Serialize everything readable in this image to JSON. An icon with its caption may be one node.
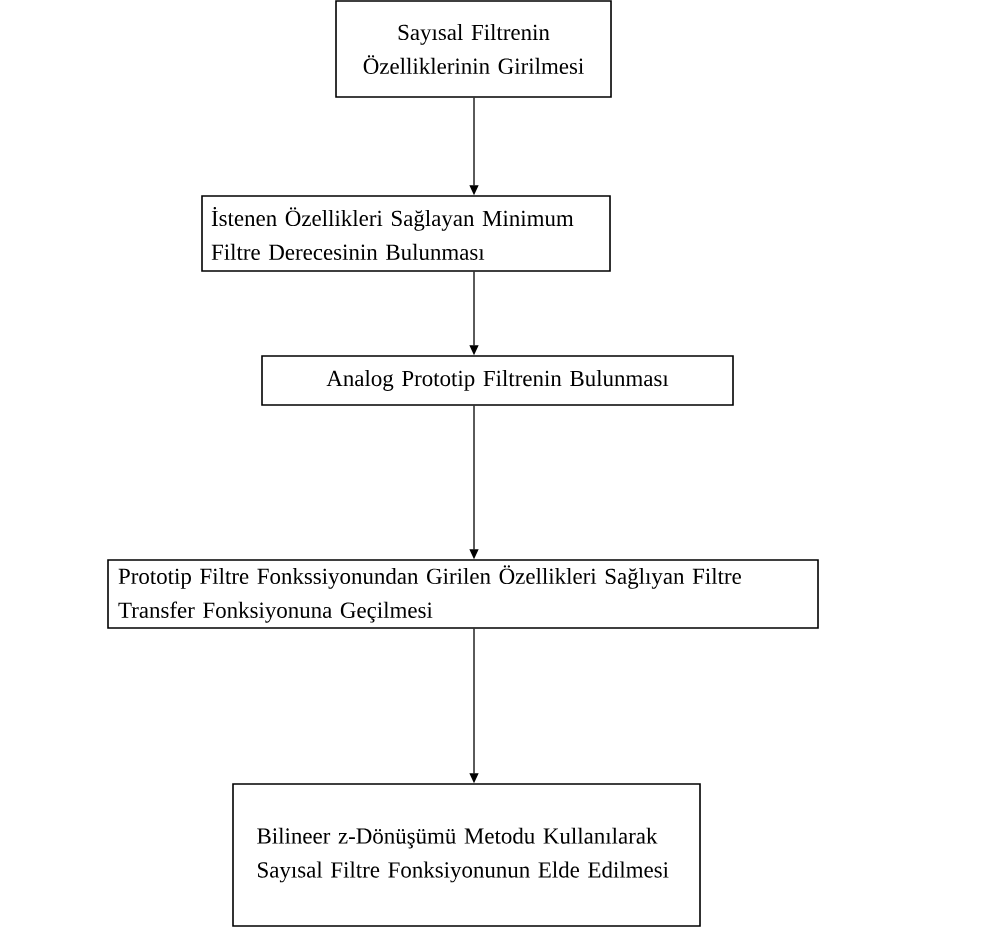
{
  "diagram": {
    "nodes": [
      {
        "text": [
          "Sayısal Filtrenin Özelliklerinin Girilmesi"
        ]
      },
      {
        "text": [
          "İstenen Özellikleri Sağlayan Minimum Filtre Derecesinin Bulunması"
        ]
      },
      {
        "text": [
          "Analog Prototip Filtrenin Bulunması"
        ]
      },
      {
        "text": [
          "Prototip Filtre Fonkssiyonundan Girilen Özellikleri Sağlıyan Filtre Transfer Fonksiyonuna Geçilmesi"
        ]
      },
      {
        "text": [
          "Bilineer z-Dönüşümü Metodu Kullanılarak Sayısal Filtre Fonksiyonunun Elde Edilmesi"
        ]
      }
    ],
    "edges": [
      {
        "from": 0,
        "to": 1,
        "arrow": "to"
      },
      {
        "from": 1,
        "to": 2,
        "arrow": "to"
      },
      {
        "from": 2,
        "to": 3,
        "arrow": "to"
      },
      {
        "from": 3,
        "to": 4,
        "arrow": "to"
      }
    ]
  }
}
